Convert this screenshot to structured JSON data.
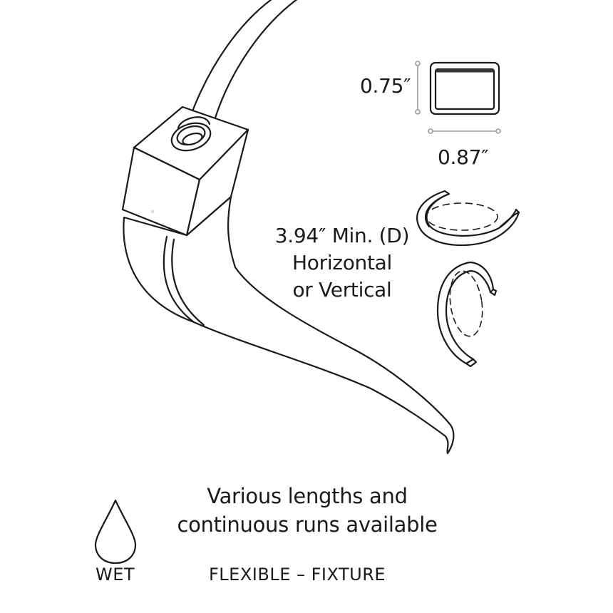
{
  "dimensions": {
    "height": "0.75″",
    "width": "0.87″"
  },
  "bend_radius": {
    "line1": "3.94″ Min. (D)",
    "line2": "Horizontal",
    "line3": "or Vertical"
  },
  "availability": {
    "line1": "Various lengths and",
    "line2": "continuous runs available"
  },
  "rating": {
    "label": "WET",
    "icon": "water-drop-icon"
  },
  "product_type": "FLEXIBLE – FIXTURE",
  "colors": {
    "stroke": "#1a1a1a",
    "fill": "#ffffff",
    "muted": "#888888"
  }
}
